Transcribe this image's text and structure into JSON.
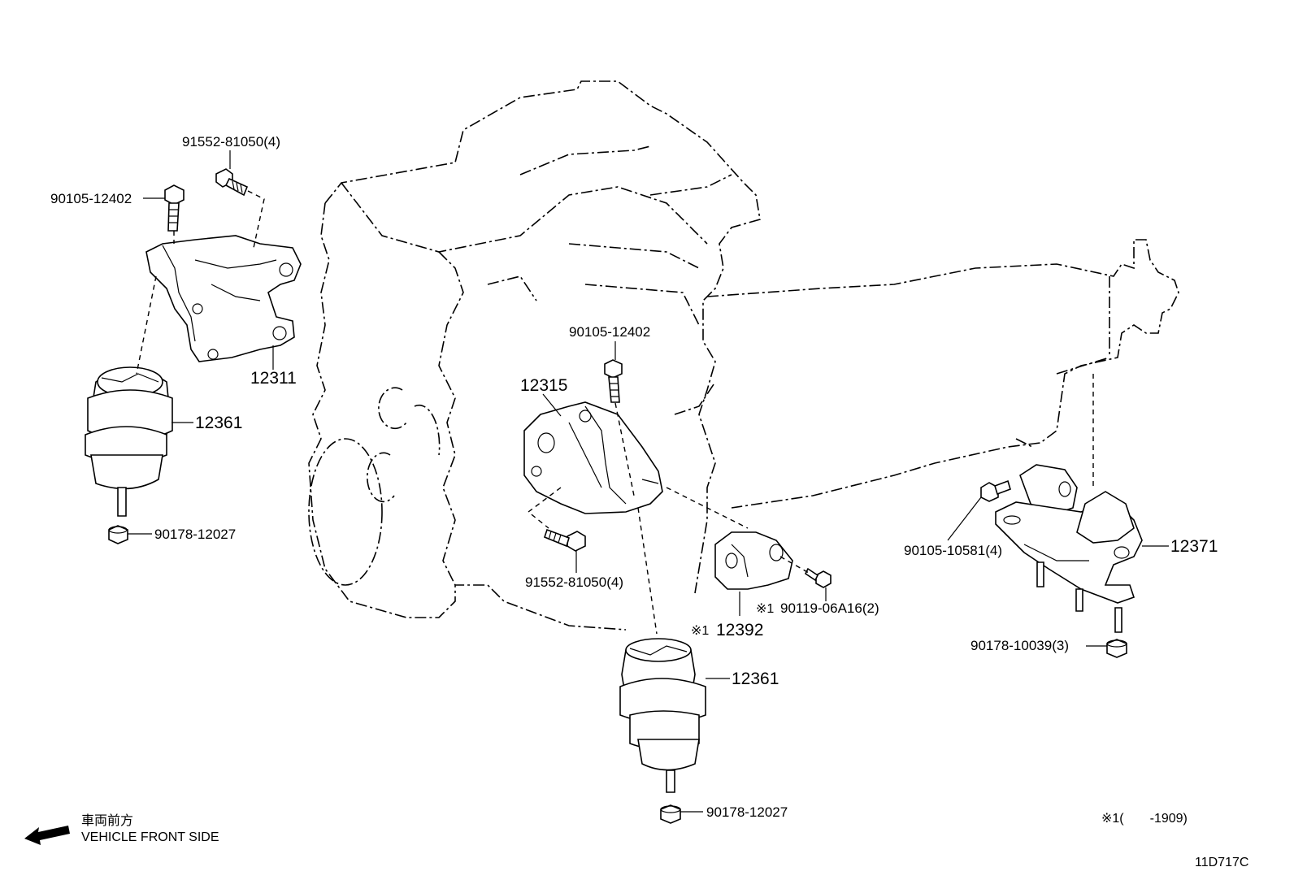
{
  "labels": {
    "p_91552_top": "91552-81050(4)",
    "p_90105_left": "90105-12402",
    "p_12311": "12311",
    "p_12361_left": "12361",
    "p_90178_left": "90178-12027",
    "p_90105_mid": "90105-12402",
    "p_12315": "12315",
    "p_91552_mid": "91552-81050(4)",
    "p_90119_mark": "※1",
    "p_90119": "90119-06A16(2)",
    "p_12392_mark": "※1",
    "p_12392": "12392",
    "p_12361_mid": "12361",
    "p_90178_mid": "90178-12027",
    "p_90105_right": "90105-10581(4)",
    "p_12371": "12371",
    "p_90178_right": "90178-10039(3)"
  },
  "footer": {
    "direction_jp": "車両前方",
    "direction_en": "VEHICLE FRONT SIDE",
    "footnote": "※1(　　-1909)",
    "diagram_code": "11D717C"
  }
}
